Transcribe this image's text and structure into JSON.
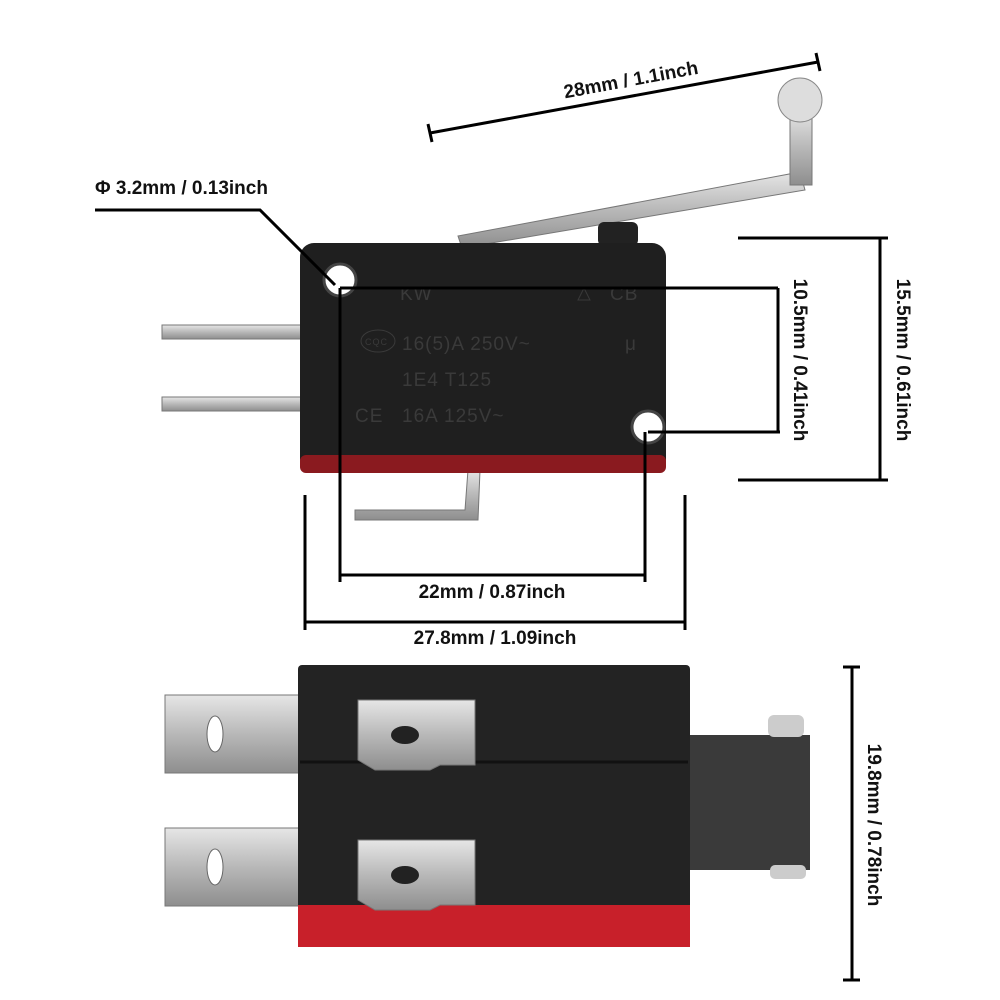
{
  "dimensions": {
    "lever_length": "28mm / 1.1inch",
    "hole_diameter": "Φ 3.2mm / 0.13inch",
    "hole_vertical_spacing": "10.5mm / 0.41inch",
    "body_height": "15.5mm / 0.61inch",
    "hole_horizontal_spacing": "22mm / 0.87inch",
    "body_length": "27.8mm / 1.09inch",
    "body_thickness": "19.8mm / 0.78inch"
  },
  "switch_markings": {
    "brand": "KW",
    "cert_cb": "CB",
    "cert_cqc": "CQC",
    "rating_1": "16(5)A  250V~",
    "rating_1_mark": "μ",
    "rating_2": "1E4  T125",
    "cert_ce": "CE",
    "rating_3": "16A  125V~"
  },
  "colors": {
    "body": "#1f1f1f",
    "base": "#c8202a",
    "metal": "#c9c9c9",
    "line": "#000000"
  }
}
